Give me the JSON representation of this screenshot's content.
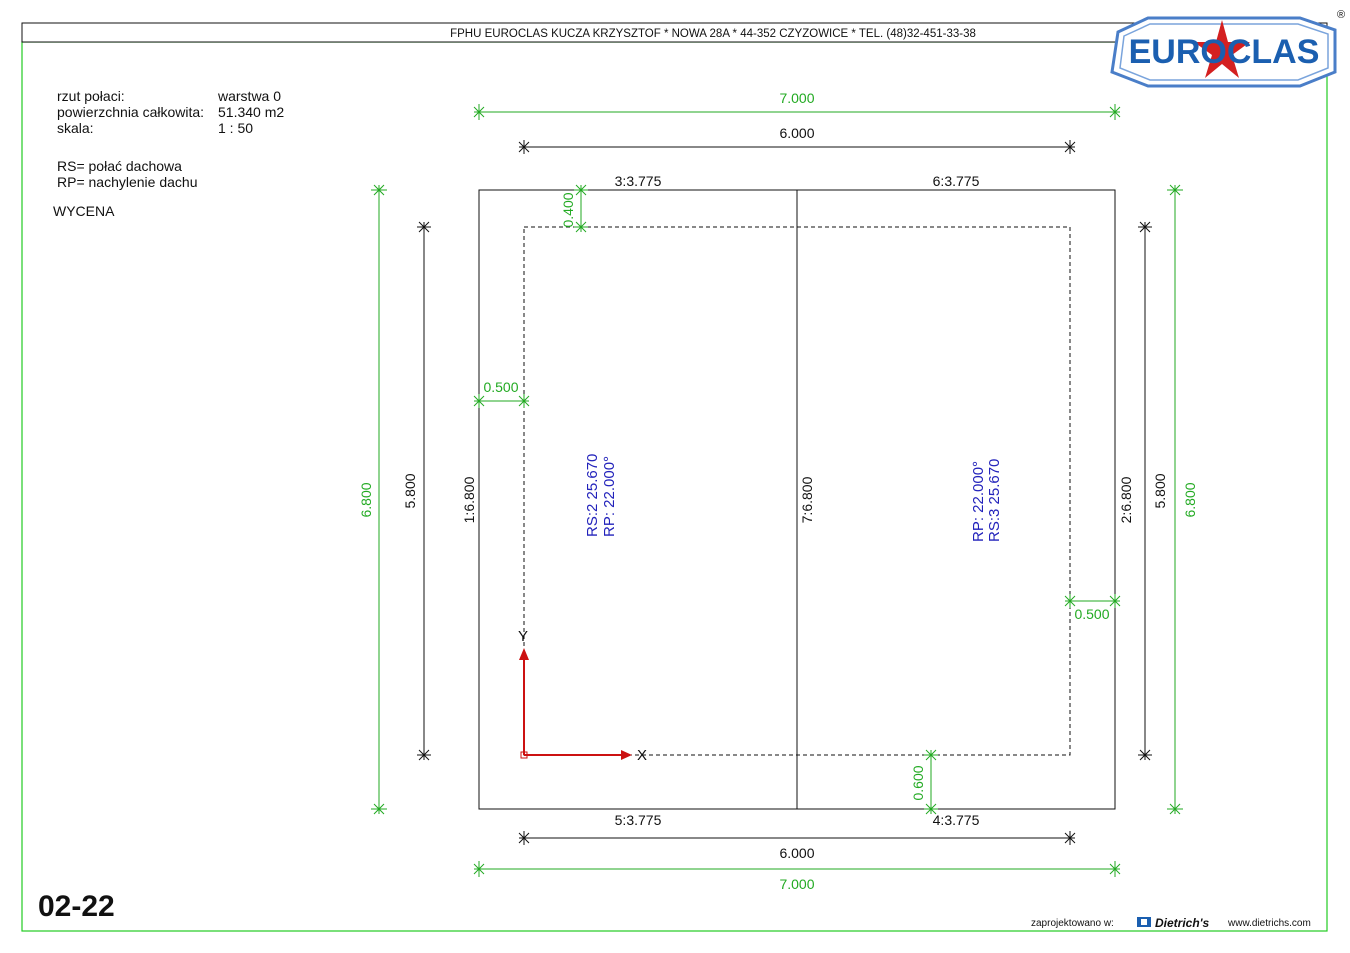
{
  "header": {
    "company_line": "FPHU EUROCLAS KUCZA KRZYSZTOF * NOWA 28A * 44-352 CZYZOWICE * TEL. (48)32-451-33-38",
    "logo_text": "EUROCLAS",
    "registered_mark": "®"
  },
  "info": {
    "rows": [
      {
        "label": "rzut połaci:",
        "value": "warstwa 0"
      },
      {
        "label": "powierzchnia całkowita:",
        "value": "51.340 m2"
      },
      {
        "label": "skala:",
        "value": "1 : 50"
      }
    ],
    "legend_rs": "RS= połać dachowa",
    "legend_rp": "RP= nachylenie dachu",
    "wycena": "WYCENA"
  },
  "dimensions": {
    "top_overall": "7.000",
    "top_inner": "6.000",
    "bottom_inner": "6.000",
    "bottom_overall": "7.000",
    "left_overall": "6.800",
    "left_inner": "5.800",
    "right_inner": "5.800",
    "right_overall": "6.800",
    "overhang_top": "0.400",
    "overhang_left": "0.500",
    "overhang_right": "0.500",
    "overhang_bottom": "0.600"
  },
  "edges": {
    "e1": "1:6.800",
    "e2": "2:6.800",
    "e3": "3:3.775",
    "e4": "4:3.775",
    "e5": "5:3.775",
    "e6": "6:3.775",
    "e7": "7:6.800"
  },
  "planes": {
    "left": {
      "rs": "RS:2  25.670",
      "rp": "RP:  22.000°"
    },
    "right": {
      "rs": "RS:3  25.670",
      "rp": "RP:  22.000°"
    }
  },
  "axes": {
    "x": "X",
    "y": "Y"
  },
  "footer": {
    "sheet_number": "02-22",
    "designed_with": "zaprojektowano w:",
    "software": "Dietrich's",
    "website": "www.dietrichs.com"
  },
  "colors": {
    "dimension_green": "#22aa22",
    "plane_blue": "#2222bb",
    "axis_red": "#cc1111",
    "logo_blue": "#1b5fb0",
    "logo_red": "#d42020"
  }
}
